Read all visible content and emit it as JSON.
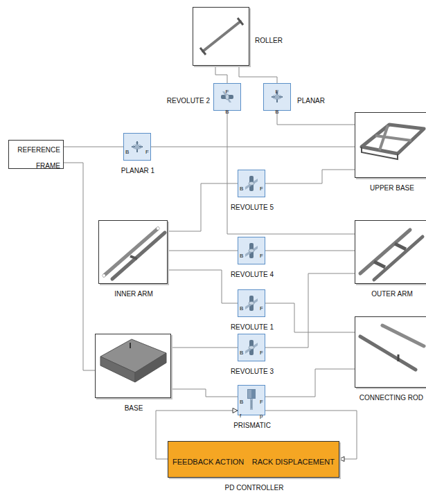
{
  "diagram": {
    "nodes": [
      {
        "text": [
          "ROLLER"
        ]
      },
      {
        "text": [
          "REVOLUTE 2",
          "B",
          "F"
        ]
      },
      {
        "text": [
          "PLANAR",
          "B",
          "F"
        ]
      },
      {
        "text": [
          "REFERENCE",
          "FRAME"
        ]
      },
      {
        "text": [
          "PLANAR 1",
          "B",
          "F"
        ]
      },
      {
        "text": [
          "UPPER BASE"
        ]
      },
      {
        "text": [
          "REVOLUTE 5",
          "B",
          "F"
        ]
      },
      {
        "text": [
          "INNER ARM"
        ]
      },
      {
        "text": [
          "REVOLUTE 4",
          "B",
          "F"
        ]
      },
      {
        "text": [
          "OUTER ARM"
        ]
      },
      {
        "text": [
          "REVOLUTE 1",
          "B",
          "F"
        ]
      },
      {
        "text": [
          "BASE"
        ]
      },
      {
        "text": [
          "REVOLUTE 3",
          "B",
          "F"
        ]
      },
      {
        "text": [
          "CONNECTING ROD"
        ]
      },
      {
        "text": [
          "PRISMATIC",
          "B",
          "F",
          "f",
          "p"
        ]
      },
      {
        "text": [
          "PD CONTROLLER",
          "FEEDBACK ACTION",
          "RACK DISPLACEMENT"
        ]
      }
    ],
    "edges": [
      {
        "from": 0,
        "to": 1,
        "arrow": "none"
      },
      {
        "from": 0,
        "to": 2,
        "arrow": "none"
      },
      {
        "from": 1,
        "to": 9,
        "arrow": "none"
      },
      {
        "from": 2,
        "to": 5,
        "arrow": "none"
      },
      {
        "from": 3,
        "to": 4,
        "arrow": "none"
      },
      {
        "from": 4,
        "to": 5,
        "arrow": "none"
      },
      {
        "from": 3,
        "to": 11,
        "arrow": "none"
      },
      {
        "from": 7,
        "to": 6,
        "arrow": "none"
      },
      {
        "from": 6,
        "to": 5,
        "arrow": "none"
      },
      {
        "from": 7,
        "to": 8,
        "arrow": "none"
      },
      {
        "from": 8,
        "to": 9,
        "arrow": "none"
      },
      {
        "from": 7,
        "to": 10,
        "arrow": "none"
      },
      {
        "from": 10,
        "to": 13,
        "arrow": "none"
      },
      {
        "from": 11,
        "to": 12,
        "arrow": "none"
      },
      {
        "from": 12,
        "to": 9,
        "arrow": "none"
      },
      {
        "from": 11,
        "to": 14,
        "arrow": "none"
      },
      {
        "from": 14,
        "to": 13,
        "arrow": "none"
      },
      {
        "from": 14,
        "to": 15,
        "arrow": "to"
      },
      {
        "from": 15,
        "to": 14,
        "arrow": "to"
      }
    ]
  }
}
